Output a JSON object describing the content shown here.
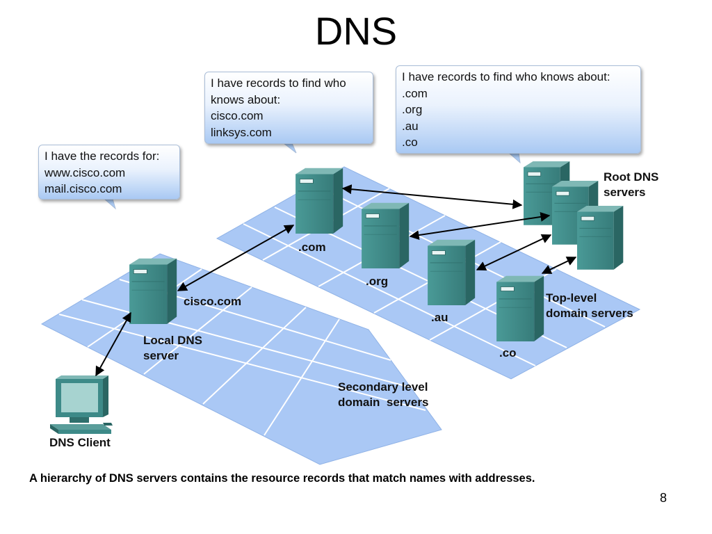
{
  "title": "DNS",
  "callouts": {
    "local_records": [
      "I have the records for:",
      "www.cisco.com",
      "mail.cisco.com"
    ],
    "com_records": [
      "I have records to find who",
      "knows about:",
      "cisco.com",
      "linksys.com"
    ],
    "root_records": [
      "I have records to find who knows about:",
      ".com",
      ".org",
      ".au",
      ".co"
    ]
  },
  "labels": {
    "root_servers": [
      "Root DNS",
      "servers"
    ],
    "com": ".com",
    "org": ".org",
    "au": ".au",
    "co": ".co",
    "top_level": [
      "Top-level",
      "domain servers"
    ],
    "cisco": "cisco.com",
    "local_server": [
      "Local DNS",
      "server"
    ],
    "secondary": [
      "Secondary level",
      "domain  servers"
    ],
    "client": "DNS Client"
  },
  "caption": "A hierarchy of DNS servers contains the resource records that match names with addresses.",
  "page_number": "8",
  "colors": {
    "plane_fill": "#aac8f5",
    "plane_line": "#ffffff",
    "server_front": "#3d8a88",
    "server_side": "#2a6663",
    "server_top": "#6aaaa7",
    "arrow": "#000000"
  }
}
